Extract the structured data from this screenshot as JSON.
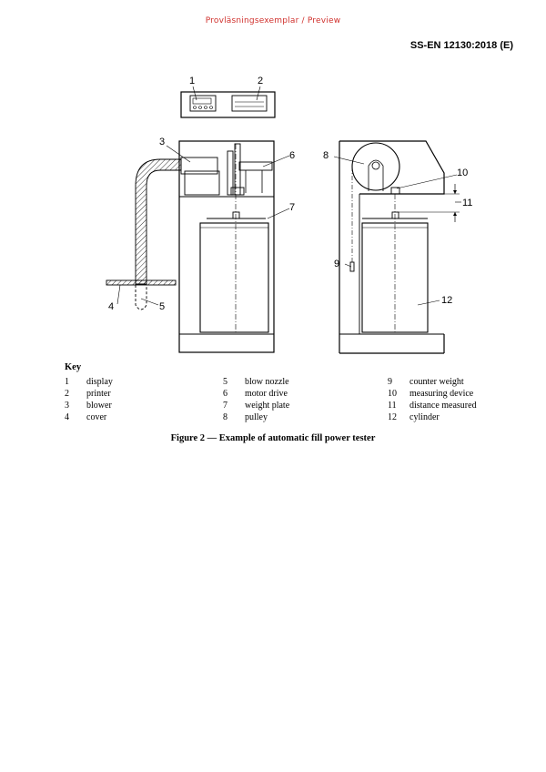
{
  "header": {
    "watermark": "Provläsningsexemplar / Preview",
    "doc_id": "SS-EN 12130:2018 (E)"
  },
  "figure": {
    "callouts": [
      "1",
      "2",
      "3",
      "4",
      "5",
      "6",
      "7",
      "8",
      "9",
      "10",
      "11",
      "12"
    ],
    "caption": "Figure 2 — Example of automatic fill power tester"
  },
  "key": {
    "title": "Key",
    "columns": [
      [
        {
          "num": "1",
          "label": "display"
        },
        {
          "num": "2",
          "label": "printer"
        },
        {
          "num": "3",
          "label": "blower"
        },
        {
          "num": "4",
          "label": "cover"
        }
      ],
      [
        {
          "num": "5",
          "label": "blow nozzle"
        },
        {
          "num": "6",
          "label": "motor drive"
        },
        {
          "num": "7",
          "label": "weight plate"
        },
        {
          "num": "8",
          "label": "pulley"
        }
      ],
      [
        {
          "num": "9",
          "label": "counter weight"
        },
        {
          "num": "10",
          "label": "measuring device"
        },
        {
          "num": "11",
          "label": "distance measured"
        },
        {
          "num": "12",
          "label": "cylinder"
        }
      ]
    ]
  }
}
